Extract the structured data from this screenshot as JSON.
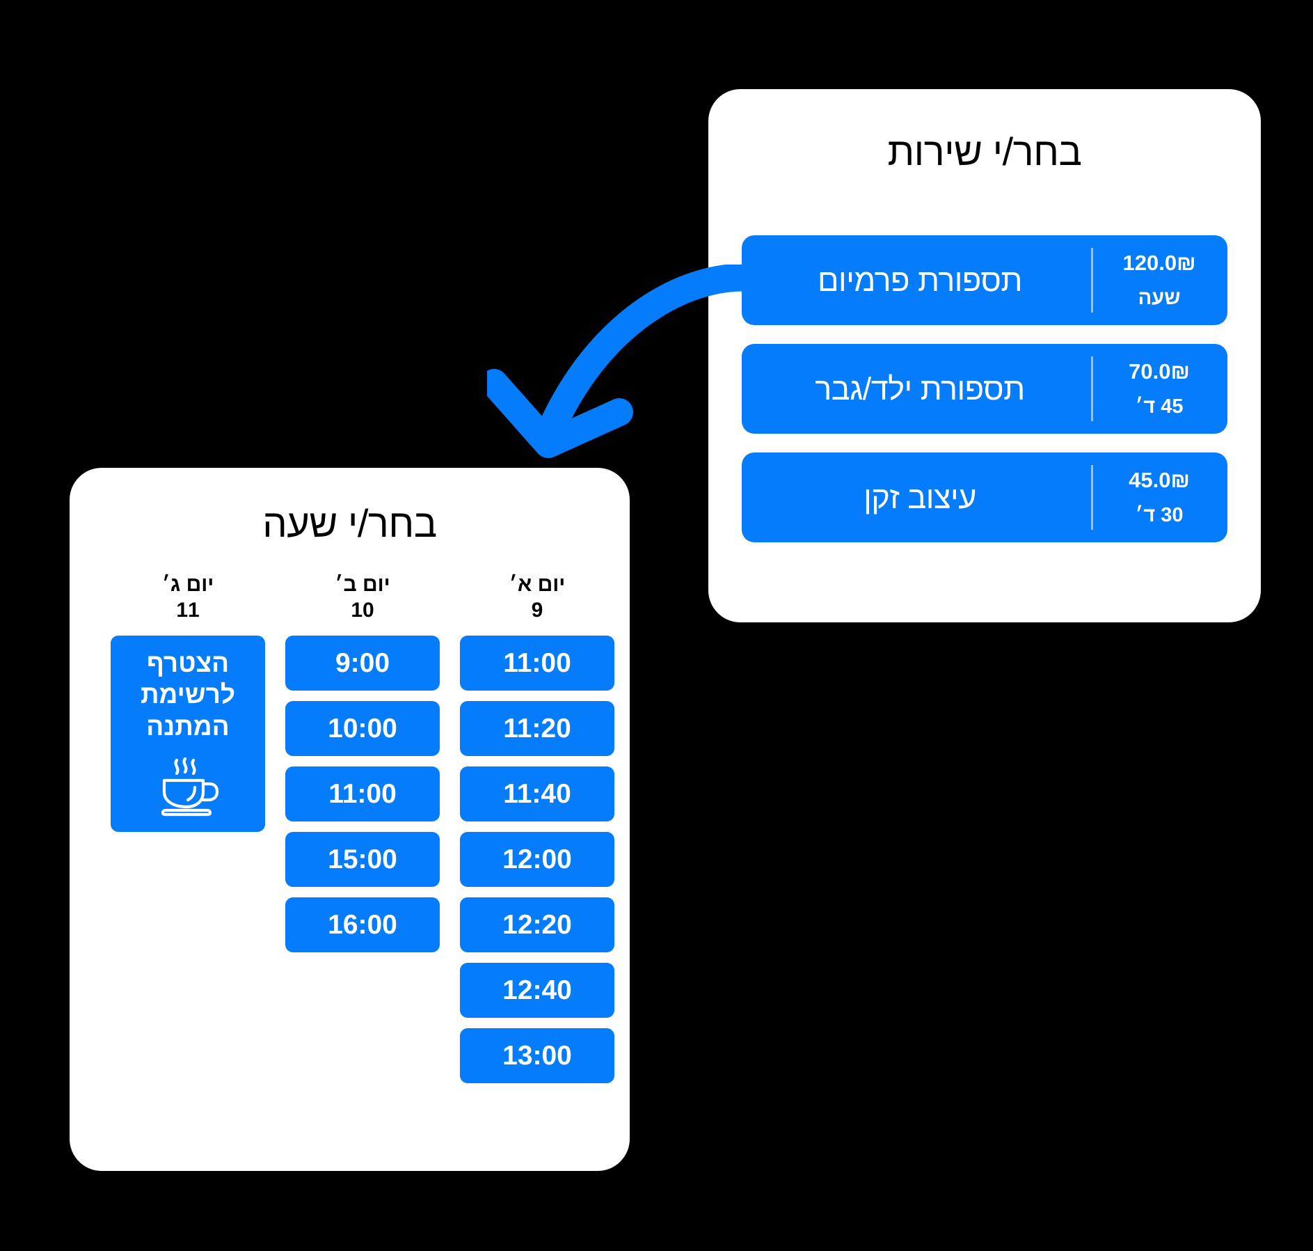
{
  "background_color": "#000000",
  "accent_color": "#047CFC",
  "panel_color": "#ffffff",
  "services_panel": {
    "title": "בחר/י שירות",
    "items": [
      {
        "name": "תספורת פרמיום",
        "price": "120.0₪",
        "duration": "שעה"
      },
      {
        "name": "תספורת ילד/גבר",
        "price": "70.0₪",
        "duration": "45 ד׳"
      },
      {
        "name": "עיצוב זקן",
        "price": "45.0₪",
        "duration": "30 ד׳"
      }
    ]
  },
  "time_panel": {
    "title": "בחר/י שעה",
    "days": [
      {
        "day_label": "יום א׳",
        "day_number": "9",
        "header": "יום א׳\n9",
        "slots": [
          "11:00",
          "11:20",
          "11:40",
          "12:00",
          "12:20",
          "12:40",
          "13:00"
        ],
        "waitlist": null
      },
      {
        "day_label": "יום ב׳",
        "day_number": "10",
        "header": "יום ב׳\n10",
        "slots": [
          "9:00",
          "10:00",
          "11:00",
          "15:00",
          "16:00"
        ],
        "waitlist": null
      },
      {
        "day_label": "יום ג׳",
        "day_number": "11",
        "header": "יום ג׳\n11",
        "slots": [],
        "waitlist": {
          "text": "הצטרף לרשימת המתנה",
          "icon": "coffee-cup-icon"
        }
      }
    ]
  },
  "arrow": {
    "icon": "curved-down-left-arrow-icon",
    "color": "#047CFC"
  }
}
